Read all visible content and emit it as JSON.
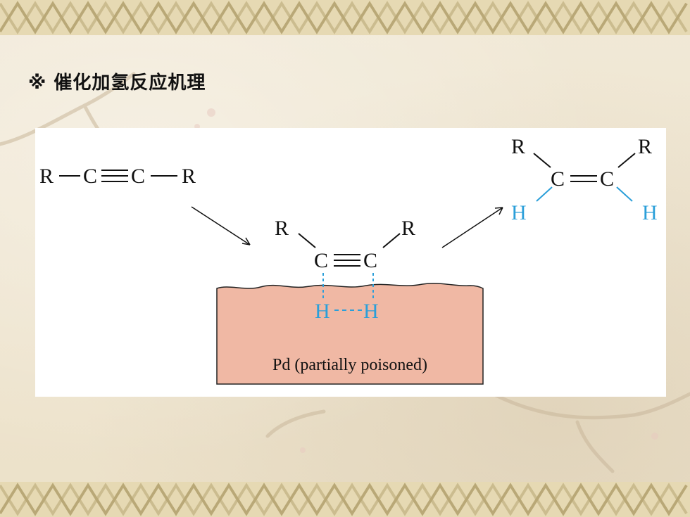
{
  "slide": {
    "title": "※ 催化加氢反应机理"
  },
  "diagram": {
    "reactant": {
      "r_left": "R",
      "c1": "C",
      "c2": "C",
      "r_right": "R"
    },
    "adsorbed": {
      "r_left": "R",
      "r_right": "R",
      "c1": "C",
      "c2": "C",
      "h1": "H",
      "h2": "H"
    },
    "catalyst_label": "Pd (partially poisoned)",
    "product": {
      "r_left": "R",
      "r_right": "R",
      "c1": "C",
      "c2": "C",
      "h_left": "H",
      "h_right": "H"
    },
    "colors": {
      "hydrogen": "#2b9fd9",
      "catalyst_fill": "#f0b8a4",
      "ink": "#111111"
    }
  }
}
